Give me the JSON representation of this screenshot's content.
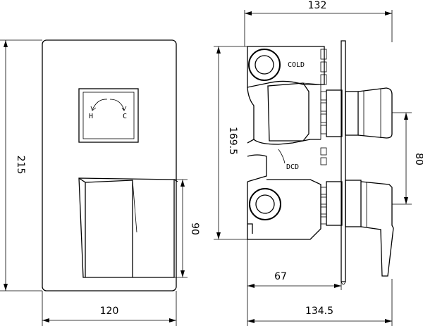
{
  "front_view": {
    "width_label": "120",
    "height_label": "215",
    "handle_height_label": "90",
    "dial_hot_label": "H",
    "dial_cold_label": "C"
  },
  "side_view": {
    "width_label": "132",
    "body_height_label": "169.5",
    "outlet_spacing_label": "80",
    "body_depth_label": "67",
    "overall_depth_label": "134.5",
    "cold_label": "COLD",
    "dcd_label": "DCD"
  }
}
